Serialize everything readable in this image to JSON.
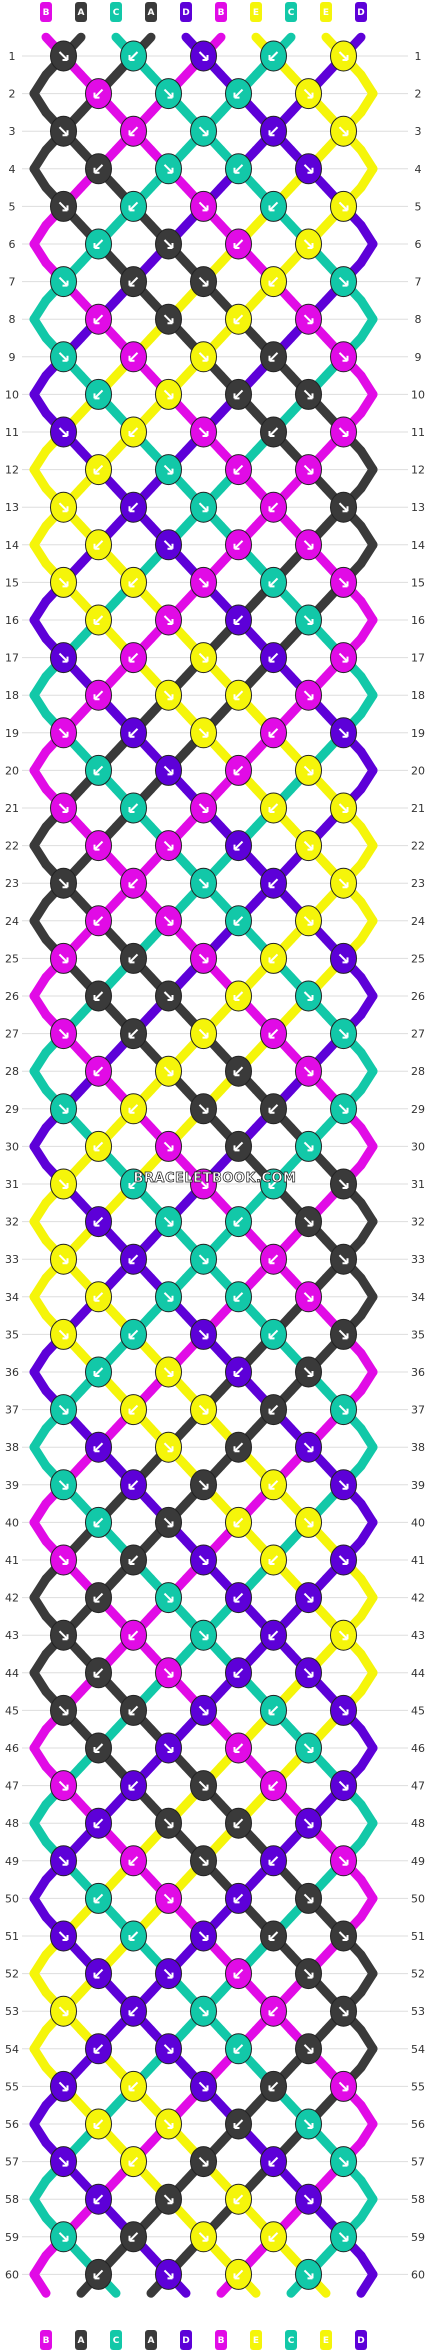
{
  "pattern": {
    "strings_top": [
      "B",
      "A",
      "C",
      "A",
      "D",
      "B",
      "E",
      "C",
      "E",
      "D"
    ],
    "strings_bottom": [
      "B",
      "A",
      "C",
      "A",
      "D",
      "B",
      "E",
      "C",
      "E",
      "D"
    ],
    "colors": {
      "A": "#3a3a3a",
      "B": "#e10be6",
      "C": "#12c8a8",
      "D": "#5d00d8",
      "E": "#f5f50a"
    },
    "rows": [
      "1",
      "2",
      "3",
      "4",
      "5",
      "6",
      "7",
      "8",
      "9",
      "10",
      "11",
      "12",
      "13",
      "14",
      "15",
      "16",
      "17",
      "18",
      "19",
      "20",
      "21",
      "22",
      "23",
      "24",
      "25",
      "26",
      "27",
      "28",
      "29",
      "30",
      "31",
      "32",
      "33",
      "34",
      "35",
      "36",
      "37",
      "38",
      "39",
      "40",
      "41",
      "42",
      "43",
      "44",
      "45",
      "46",
      "47",
      "48",
      "49",
      "50",
      "51",
      "52",
      "53",
      "54",
      "55",
      "56",
      "57",
      "58",
      "59",
      "60"
    ]
  },
  "watermark": "BRACELETBOOK.COM"
}
